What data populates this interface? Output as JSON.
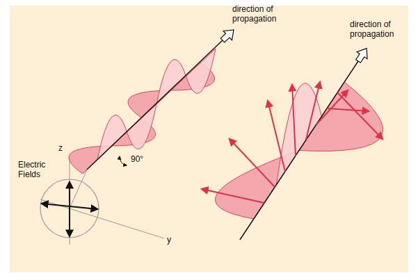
{
  "diagram": {
    "labels": [
      "direction of propagation",
      "direction of propagation",
      "90°",
      "Electric Fields",
      "z",
      "y"
    ]
  }
}
